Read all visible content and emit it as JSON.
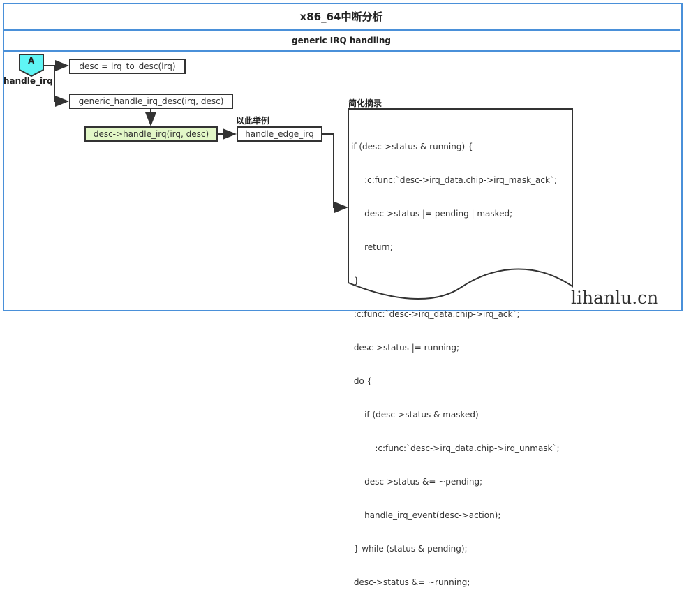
{
  "title": "x86_64中断分析",
  "subtitle": "generic IRQ handling",
  "start_node": {
    "letter": "A",
    "label": "handle_irq"
  },
  "nodes": {
    "irq_to_desc": "desc = irq_to_desc(irq)",
    "generic_handle": "generic_handle_irq_desc(irq, desc)",
    "handle_irq": "desc->handle_irq(irq, desc)",
    "handle_edge": "handle_edge_irq"
  },
  "example_label": "以此举例",
  "excerpt_label": "简化摘录",
  "code_lines": [
    "if (desc->status & running) {",
    "     :c:func:`desc->irq_data.chip->irq_mask_ack`;",
    "     desc->status |= pending | masked;",
    "     return;",
    " }",
    " :c:func:`desc->irq_data.chip->irq_ack`;",
    " desc->status |= running;",
    " do {",
    "     if (desc->status & masked)",
    "         :c:func:`desc->irq_data.chip->irq_unmask`;",
    "     desc->status &= ~pending;",
    "     handle_irq_event(desc->action);",
    " } while (status & pending);",
    " desc->status &= ~running;"
  ],
  "watermark": "lihanlu.cn",
  "colors": {
    "frame": "#4a90d9",
    "start": "#5ff5f5",
    "highlight": "#e2f7c7"
  }
}
